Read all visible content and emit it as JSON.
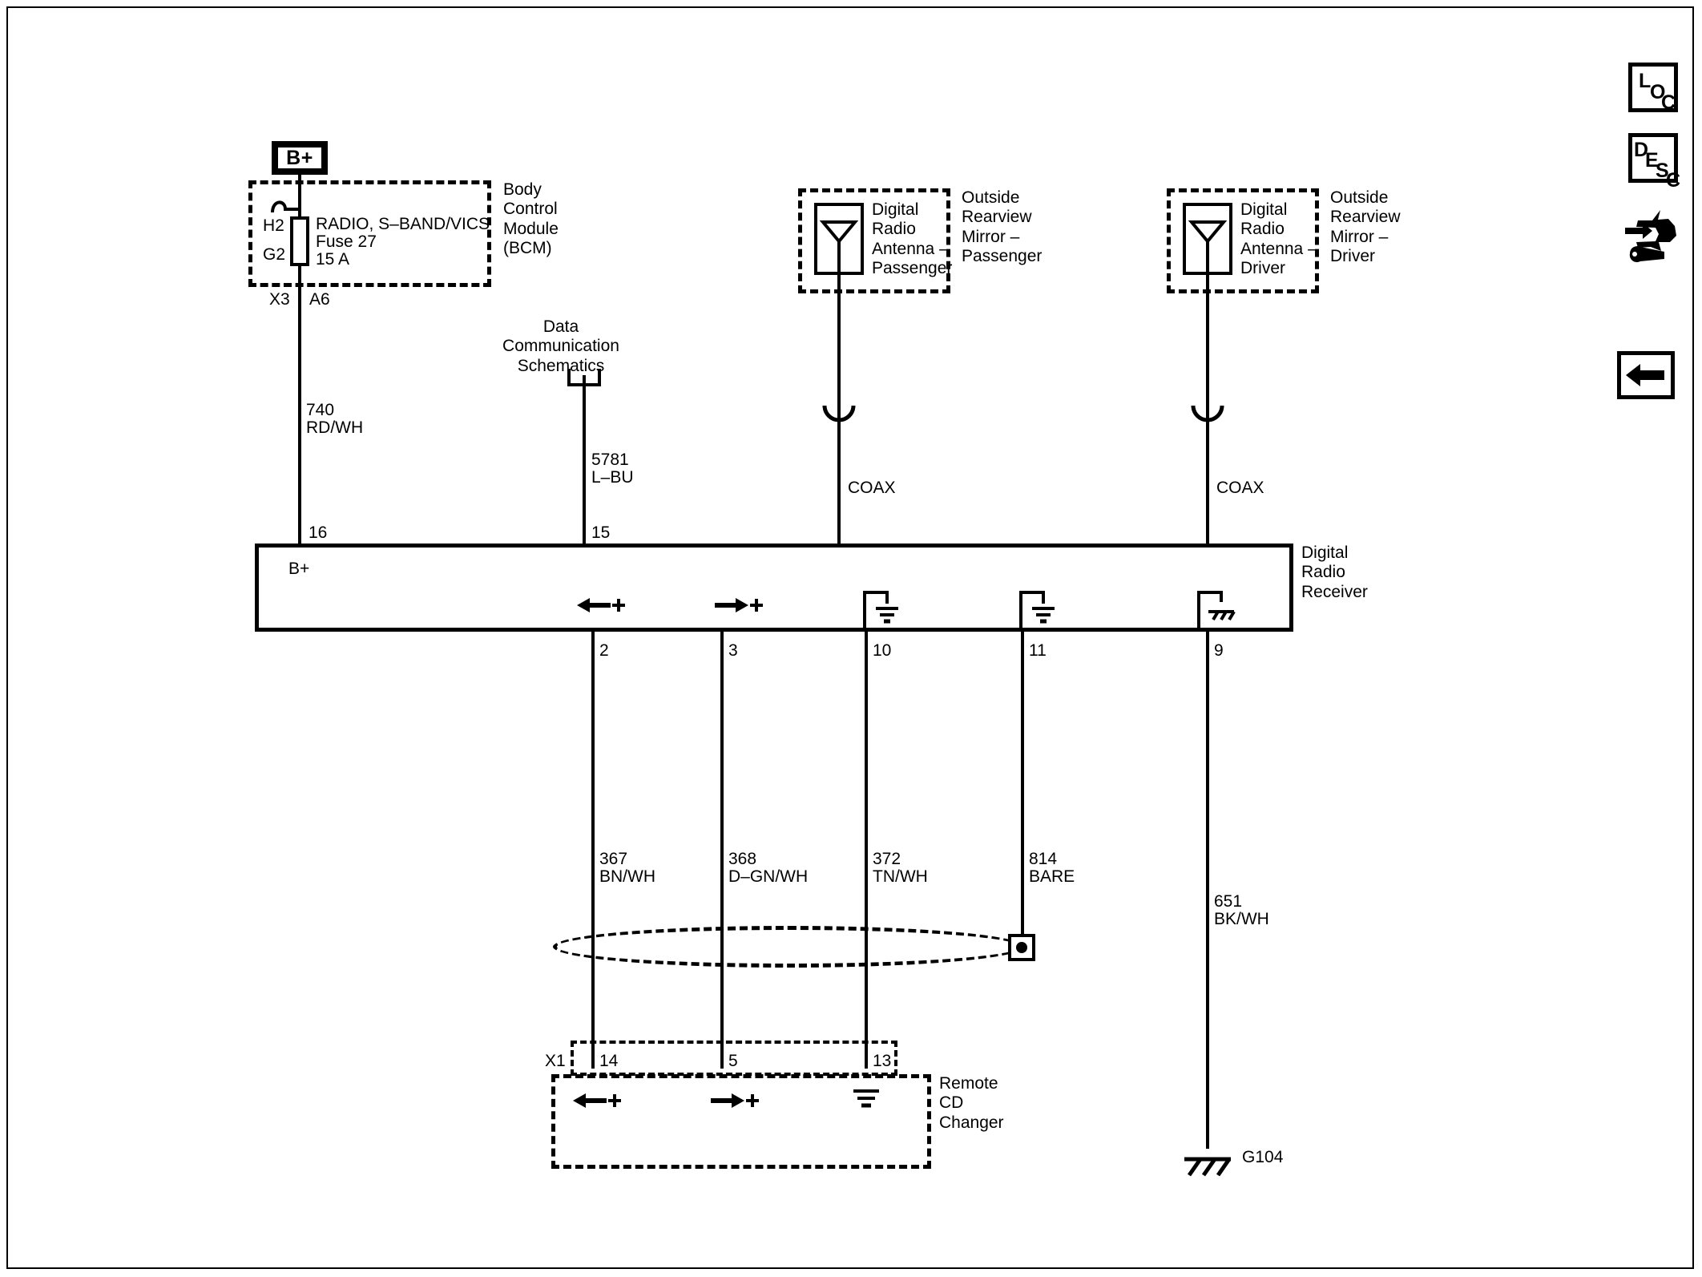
{
  "document": {
    "type": "automotive-wiring-schematic",
    "subject": "Digital Radio Receiver"
  },
  "toolbar": {
    "loc_button": "LOC",
    "desc_button": "DESC",
    "vehicle_tool_icon": "vehicle-wrench-icon",
    "back_button": "back-arrow-icon"
  },
  "power_tag": {
    "label": "B+"
  },
  "bcm": {
    "title": "Body\nControl\nModule\n(BCM)",
    "fuse_name": "RADIO, S–BAND/VICS",
    "fuse_number": "Fuse 27",
    "fuse_rating": "15 A",
    "terminal_top": "H2",
    "terminal_bottom": "G2",
    "connector": "X3",
    "pin": "A6"
  },
  "wires": {
    "power": {
      "number": "740",
      "color": "RD/WH"
    },
    "data": {
      "number": "5781",
      "color": "L–BU"
    },
    "cd_left": {
      "number": "367",
      "color": "BN/WH"
    },
    "cd_right": {
      "number": "368",
      "color": "D–GN/WH"
    },
    "cd_ground": {
      "number": "372",
      "color": "TN/WH"
    },
    "drain": {
      "number": "814",
      "color": "BARE"
    },
    "chassis": {
      "number": "651",
      "color": "BK/WH"
    },
    "coax_passenger": "COAX",
    "coax_driver": "COAX"
  },
  "data_link": {
    "label": "Data\nCommunication\nSchematics"
  },
  "antenna_passenger": {
    "inner_label": "Digital\nRadio\nAntenna –\nPassenger",
    "outer_label": "Outside\nRearview\nMirror –\nPassenger",
    "symbol": "antenna-icon"
  },
  "antenna_driver": {
    "inner_label": "Digital\nRadio\nAntenna –\nDriver",
    "outer_label": "Outside\nRearview\nMirror –\nDriver",
    "symbol": "antenna-icon"
  },
  "receiver": {
    "label": "Digital\nRadio\nReceiver",
    "bplus_label": "B+",
    "pins_top": [
      {
        "number": "16",
        "name": "B+"
      },
      {
        "number": "15",
        "name": "serial-data"
      }
    ],
    "pins_bottom": [
      {
        "number": "2",
        "symbol": "arrow-left-plus"
      },
      {
        "number": "3",
        "symbol": "arrow-right-plus"
      },
      {
        "number": "10",
        "symbol": "signal-ground"
      },
      {
        "number": "11",
        "symbol": "signal-ground"
      },
      {
        "number": "9",
        "symbol": "chassis-ground"
      }
    ]
  },
  "cd_changer": {
    "label": "Remote\nCD\nChanger",
    "connector": "X1",
    "pins": [
      {
        "number": "14",
        "symbol": "arrow-left-plus"
      },
      {
        "number": "5",
        "symbol": "arrow-right-plus"
      },
      {
        "number": "13",
        "symbol": "signal-ground"
      }
    ]
  },
  "ground_point": {
    "id": "G104",
    "symbol": "chassis-ground"
  },
  "colors": {
    "ink": "#000000",
    "paper": "#ffffff"
  }
}
